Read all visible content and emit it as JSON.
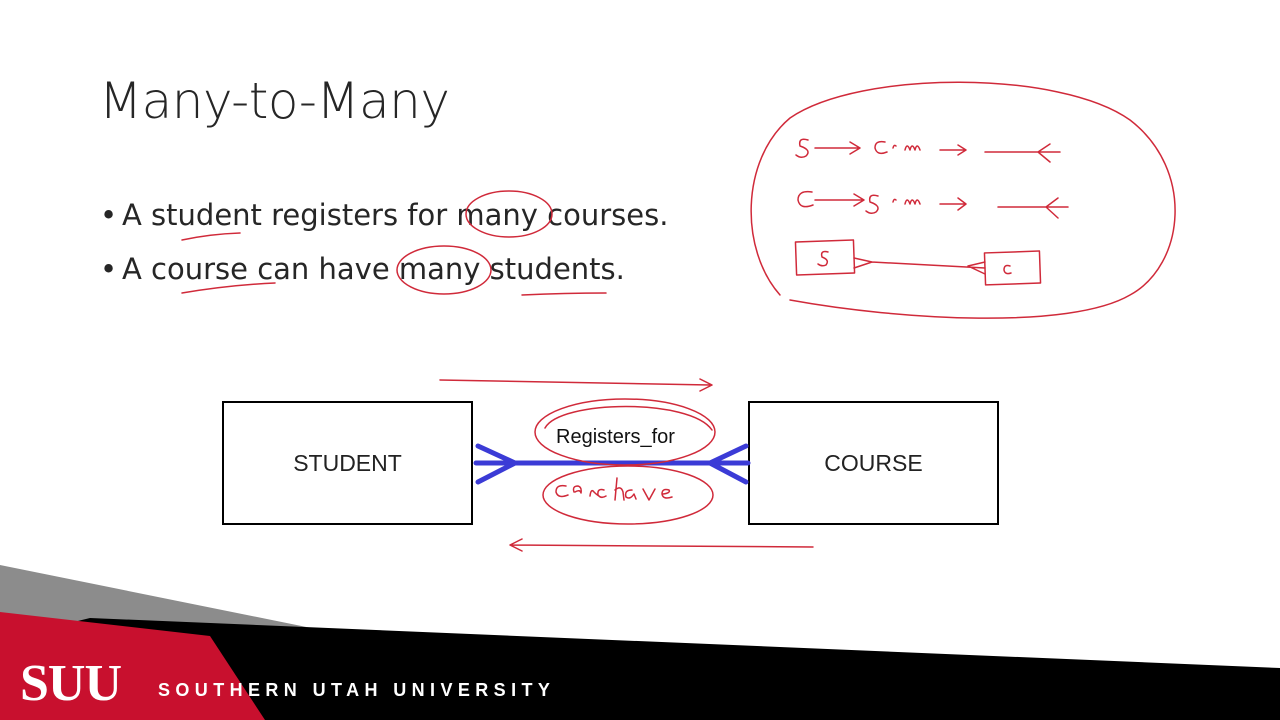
{
  "slide": {
    "title": "Many-to-Many",
    "bullets": [
      "A student registers for many courses.",
      "A course can have many students."
    ]
  },
  "diagram": {
    "entity_left": "STUDENT",
    "entity_right": "COURSE",
    "relationship": "Registers_for",
    "connector_color": "#3b3bd6",
    "annotation_color": "#d02a3a"
  },
  "footer": {
    "logo": "SUU",
    "university": "SOUTHERN UTAH UNIVERSITY",
    "accent_color": "#c8102e"
  }
}
